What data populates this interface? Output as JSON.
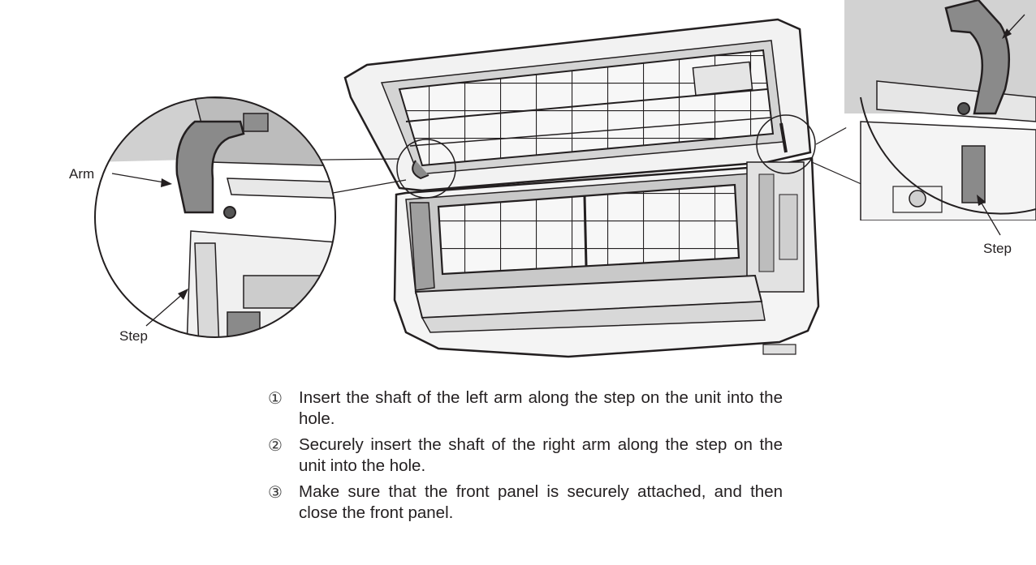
{
  "figure": {
    "labels": {
      "arm": "Arm",
      "step_left": "Step",
      "step_right": "Step"
    }
  },
  "instructions": [
    {
      "number": "①",
      "text": "Insert the shaft of the left arm along the step on the unit into the hole."
    },
    {
      "number": "②",
      "text": "Securely insert the shaft of the right arm along the step on the unit into the hole."
    },
    {
      "number": "③",
      "text": "Make sure that the front panel is securely attached, and then close the front panel."
    }
  ],
  "colors": {
    "arm_fill": "#8a8a8a",
    "panel_fill": "#d9d9d9",
    "line": "#231f20"
  }
}
